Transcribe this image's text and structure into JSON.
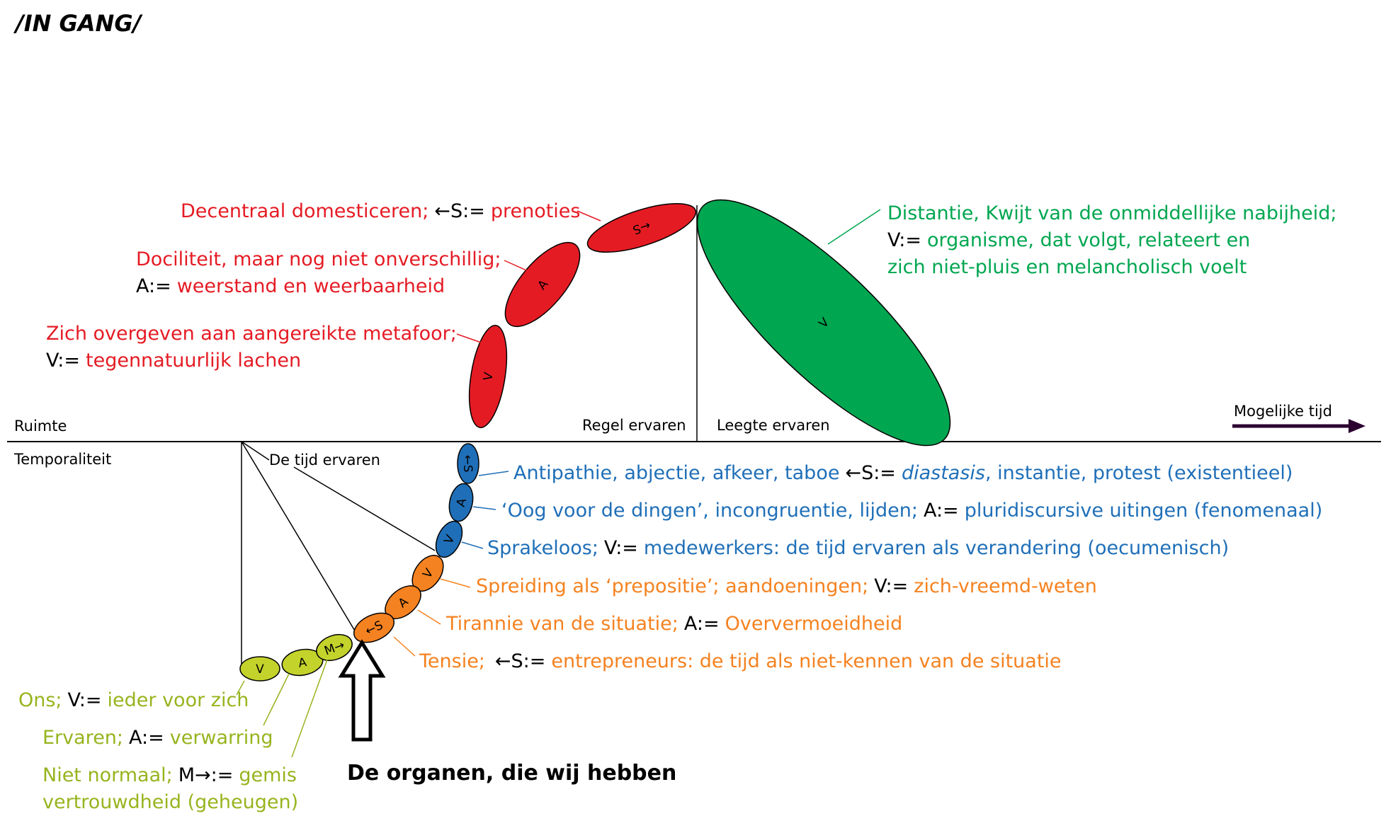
{
  "title": "/IN GANG/",
  "colors": {
    "red": "#e51b24",
    "green": "#00a650",
    "blue": "#1f6fb8",
    "orange": "#f58220",
    "olive": "#97b41e",
    "lime": "#c3d32b",
    "black": "#000000",
    "arrow": "#2b0030"
  },
  "axis": {
    "ruimte": "Ruimte",
    "temporaliteit": "Temporaliteit",
    "mogelijke_tijd": "Mogelijke tijd",
    "regel_ervaren": "Regel ervaren",
    "leegte_ervaren": "Leegte ervaren",
    "de_tijd_ervaren": "De tijd ervaren"
  },
  "ovals": {
    "red_v": "V",
    "red_a": "A",
    "red_s": "←S",
    "green_v": "V",
    "blue_s": "←S",
    "blue_a": "A",
    "blue_v": "V",
    "orange_v": "V",
    "orange_a": "A",
    "orange_s": "←S",
    "lime_v": "V",
    "lime_a": "A",
    "lime_m": "M→"
  },
  "labels": {
    "red1_a": "Decentraal domesticeren;",
    "red1_b": "←S:=",
    "red1_c": "prenoties",
    "red2_l1": "Dociliteit, maar nog niet onverschillig;",
    "red2_b": "A:=",
    "red2_c": "weerstand en weerbaarheid",
    "red3_l1": "Zich overgeven aan aangereikte metafoor;",
    "red3_b": "V:=",
    "red3_c": "tegennatuurlijk lachen",
    "green_l1": "Distantie, Kwijt van de onmiddellijke nabijheid;",
    "green_b": "V:=",
    "green_c": "organisme, dat volgt, relateert en",
    "green_l3": "zich niet-pluis en melancholisch voelt",
    "blue1_a": "Antipathie, abjectie, afkeer, taboe",
    "blue1_b": "←S:=",
    "blue1_c": "diastasis",
    "blue1_d": ", instantie, protest (existentieel)",
    "blue2_a": "‘Oog voor de dingen’, incongruentie, lijden;",
    "blue2_b": "A:=",
    "blue2_c": "pluridiscursive uitingen (fenomenaal)",
    "blue3_a": "Sprakeloos;",
    "blue3_b": "V:=",
    "blue3_c": "medewerkers: de tijd ervaren als verandering (oecumenisch)",
    "orange1_a": "Spreiding als ‘prepositie’; aandoeningen;",
    "orange1_b": "V:=",
    "orange1_c": "zich-vreemd-weten",
    "orange2_a": "Tirannie van de situatie;",
    "orange2_b": "A:=",
    "orange2_c": "Oververmoeidheid",
    "orange3_a": "Tensie;",
    "orange3_b": "←S:=",
    "orange3_c": "entrepreneurs: de tijd als niet-kennen van de situatie",
    "olive1_a": "Ons;",
    "olive1_b": "V:=",
    "olive1_c": "ieder voor zich",
    "olive2_a": "Ervaren;",
    "olive2_b": "A:=",
    "olive2_c": "verwarring",
    "olive3_a": "Niet normaal;",
    "olive3_b": "M→:=",
    "olive3_c": "gemis",
    "olive3_l2": "vertrouwdheid (geheugen)"
  },
  "caption": "De organen, die wij hebben"
}
